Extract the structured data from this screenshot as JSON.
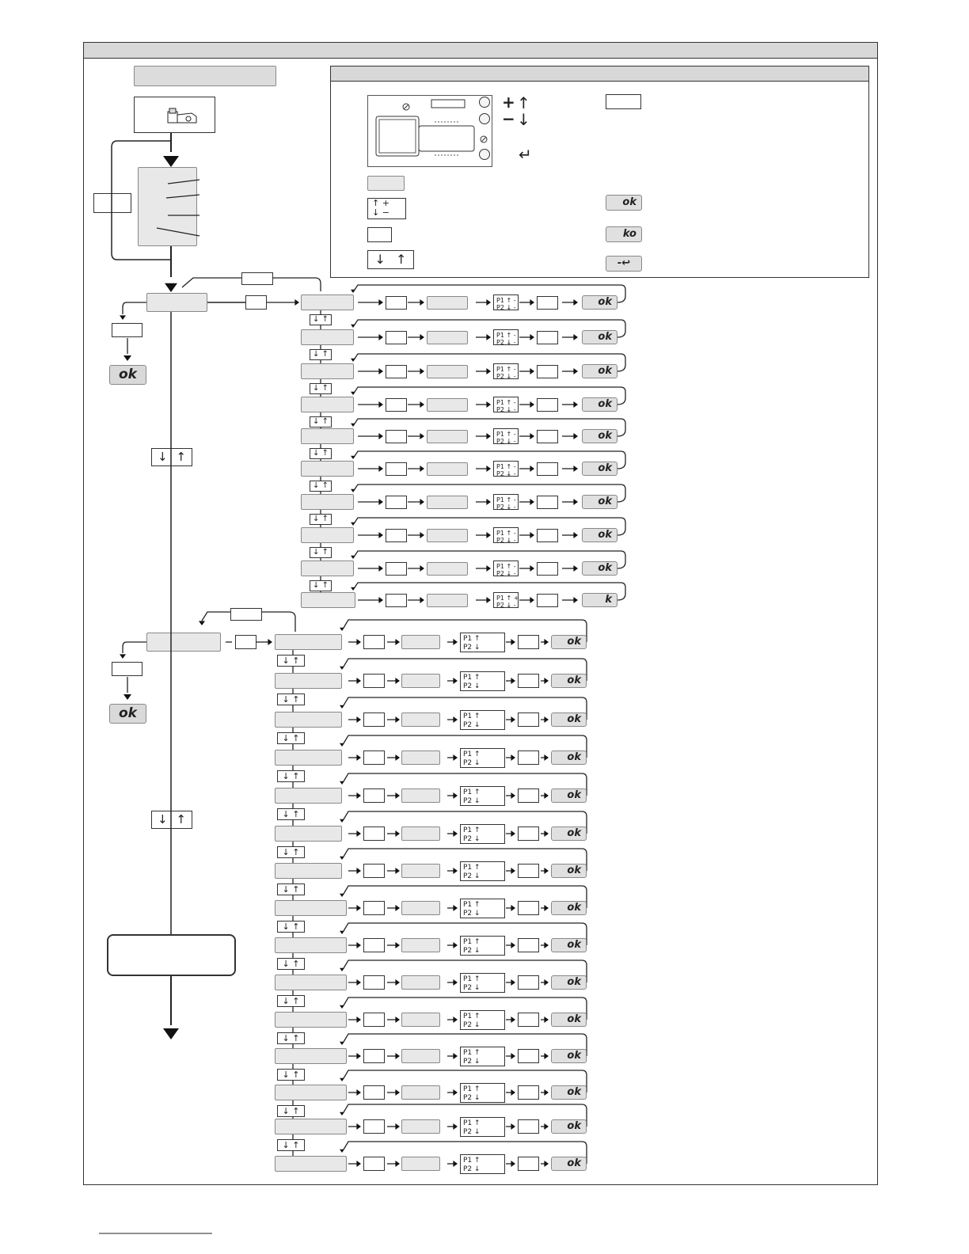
{
  "legend": {
    "plus_symbol": "+",
    "minus_symbol": "−",
    "up_arrow": "↑",
    "down_arrow": "↓",
    "enter_symbol": "↵",
    "updown_pm": "↑ +\n↓ −",
    "down_up": "↓ ↑",
    "ok_label": "ok",
    "ko_label": "ko",
    "esc_label": "-↩"
  },
  "flow": {
    "ok_label": "ok",
    "ok_last_label": "k",
    "nav_arrows": "↓ ↑",
    "pbox_a": "P1 ↑ -\nP2 ↓ -",
    "pbox_a_last": "P1 ↑ +\nP2 ↓ -",
    "pbox_b": "P1 ↑\nP2 ↓"
  },
  "colors": {
    "gray_fill": "#e8e8e8",
    "header_fill": "#d8d8d8",
    "line": "#222222"
  }
}
